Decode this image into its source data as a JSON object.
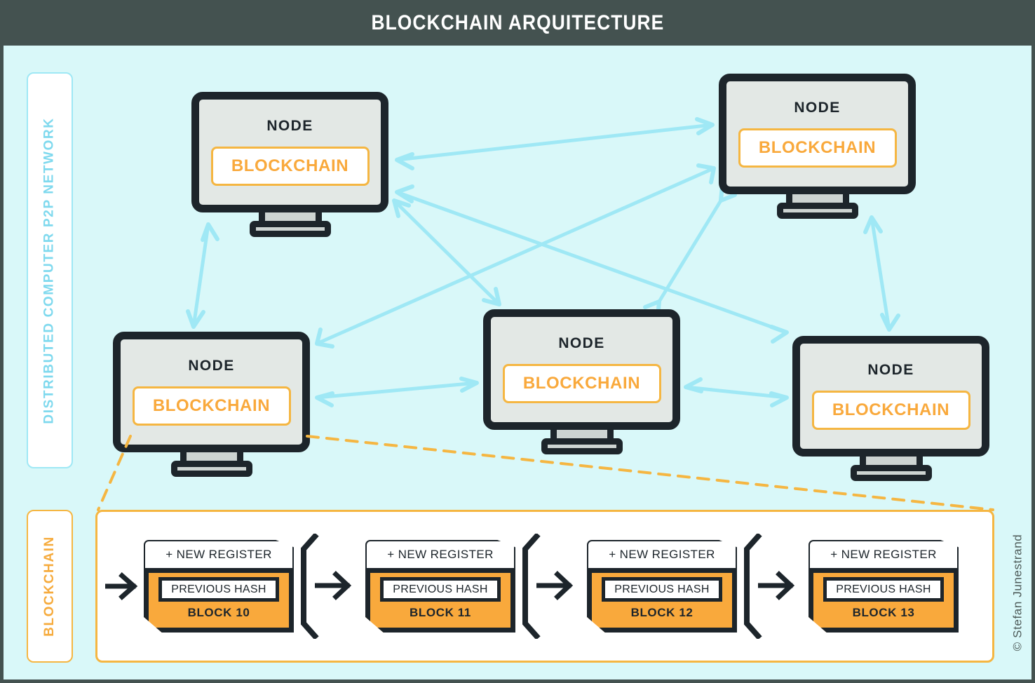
{
  "header": {
    "title": "BLOCKCHAIN ARQUITECTURE"
  },
  "side_labels": {
    "network": "DISTRIBUTED COMPUTER P2P NETWORK",
    "blockchain": "BLOCKCHAIN"
  },
  "colors": {
    "header_bg": "#445250",
    "page_bg": "#d9f8f9",
    "node_border": "#1d252b",
    "node_screen": "#e3e8e5",
    "accent_orange": "#f9a93c",
    "accent_orange_border": "#f5b642",
    "arrow_cyan": "#9fe8f5",
    "panel_white": "#ffffff"
  },
  "nodes": [
    {
      "title": "NODE",
      "chain_label": "BLOCKCHAIN"
    },
    {
      "title": "NODE",
      "chain_label": "BLOCKCHAIN"
    },
    {
      "title": "NODE",
      "chain_label": "BLOCKCHAIN"
    },
    {
      "title": "NODE",
      "chain_label": "BLOCKCHAIN"
    },
    {
      "title": "NODE",
      "chain_label": "BLOCKCHAIN"
    }
  ],
  "chain": {
    "blocks": [
      {
        "register": "+ NEW REGISTER",
        "hash": "PREVIOUS HASH",
        "label": "BLOCK 10"
      },
      {
        "register": "+ NEW REGISTER",
        "hash": "PREVIOUS HASH",
        "label": "BLOCK 11"
      },
      {
        "register": "+ NEW REGISTER",
        "hash": "PREVIOUS HASH",
        "label": "BLOCK 12"
      },
      {
        "register": "+ NEW REGISTER",
        "hash": "PREVIOUS HASH",
        "label": "BLOCK 13"
      }
    ]
  },
  "credit": "© Stefan Junestrand"
}
